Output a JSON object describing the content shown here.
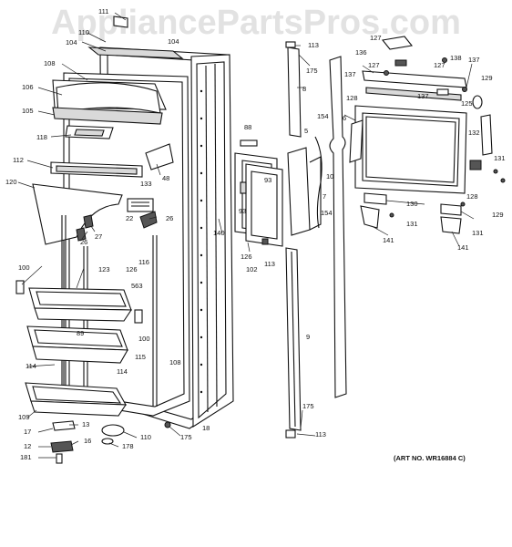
{
  "watermark": "AppliancePartsPros.com",
  "art_number": "(ART NO. WR16884 C)",
  "callouts": {
    "c111": "111",
    "c110": "110",
    "c104a": "104",
    "c104b": "104",
    "c113a": "113",
    "c175a": "175",
    "c8": "8",
    "c108a": "108",
    "c106": "106",
    "c105": "105",
    "c118": "118",
    "c112": "112",
    "c120": "120",
    "c48": "48",
    "c133": "133",
    "c22": "22",
    "c26a": "26",
    "c26b": "26",
    "c27": "27",
    "c88": "88",
    "c5": "5",
    "c154a": "154",
    "c6": "6",
    "c137a": "137",
    "c136": "136",
    "c127a": "127",
    "c127b": "127",
    "c127c": "127",
    "c138": "138",
    "c137b": "137",
    "c137c": "137",
    "c129a": "129",
    "c128a": "128",
    "c125": "125",
    "c132": "132",
    "c131a": "131",
    "c128b": "128",
    "c129b": "129",
    "c130": "130",
    "c131b": "131",
    "c131c": "131",
    "c141a": "141",
    "c141b": "141",
    "c93a": "93",
    "c93b": "93",
    "c10": "10",
    "c7": "7",
    "c154b": "154",
    "c140": "140",
    "c126a": "126",
    "c102": "102",
    "c113b": "113",
    "c116": "116",
    "c126b": "126",
    "c563": "563",
    "c100a": "100",
    "c123": "123",
    "c89": "89",
    "c100b": "100",
    "c114a": "114",
    "c115": "115",
    "c114b": "114",
    "c108b": "108",
    "c9": "9",
    "c109": "109",
    "c13": "13",
    "c17": "17",
    "c16": "16",
    "c12": "12",
    "c181": "181",
    "c110b": "110",
    "c178": "178",
    "c175b": "175",
    "c18": "18",
    "c175c": "175",
    "c113c": "113"
  }
}
